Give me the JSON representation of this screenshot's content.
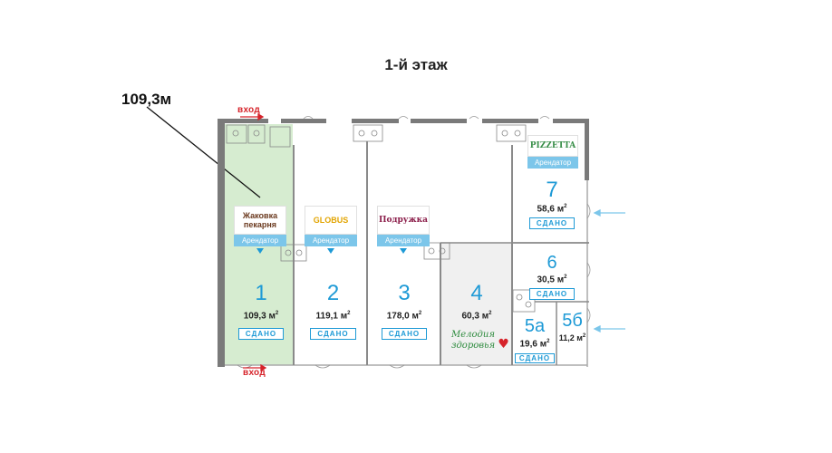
{
  "floor_title": "1-й этаж",
  "area_callout": "109,3м",
  "entrances": {
    "top": "вход",
    "bottom": "вход"
  },
  "units": [
    {
      "number": "1",
      "area": "109,3 м",
      "sup": "2",
      "status": "СДАНО"
    },
    {
      "number": "2",
      "area": "119,1 м",
      "sup": "2",
      "status": "СДАНО"
    },
    {
      "number": "3",
      "area": "178,0 м",
      "sup": "2",
      "status": "СДАНО"
    },
    {
      "number": "4",
      "area": "60,3 м",
      "sup": "2"
    },
    {
      "number": "5а",
      "area": "19,6 м",
      "sup": "2",
      "status": "СДАНО"
    },
    {
      "number": "5б",
      "area": "11,2 м",
      "sup": "2"
    },
    {
      "number": "6",
      "area": "30,5 м",
      "sup": "2",
      "status": "СДАНО"
    },
    {
      "number": "7",
      "area": "58,6 м",
      "sup": "2",
      "status": "СДАНО"
    }
  ],
  "tenants": [
    {
      "brand": "Жаковка пекарня",
      "tag": "Арендатор"
    },
    {
      "brand": "GLOBUS",
      "tag": "Арендатор"
    },
    {
      "brand": "Подружка",
      "tag": "Арендатор"
    },
    {
      "brand": "PIZZETTA",
      "tag": "Арендатор"
    }
  ],
  "melodia": {
    "line1": "Мелодия",
    "line2": "здоровья"
  },
  "colors": {
    "highlight": "#d6ecd0",
    "accent": "#1e9ad6",
    "wall": "#7a7a7a",
    "entrance": "#d6232a",
    "unit4": "#f0f0f0"
  }
}
